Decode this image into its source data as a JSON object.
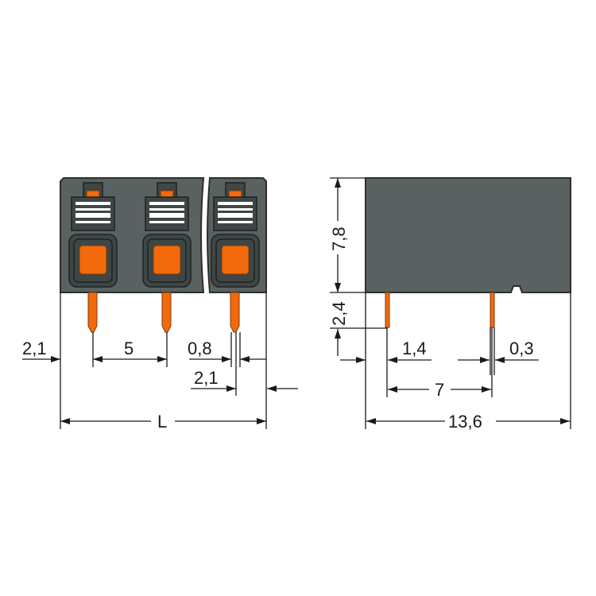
{
  "front_view": {
    "dimensions": {
      "offset_left": "2,1",
      "pitch": "5",
      "pin_width": "0,8",
      "offset_right": "2,1",
      "length": "L"
    }
  },
  "side_view": {
    "dimensions": {
      "height": "7,8",
      "pin_length": "2,4",
      "pin_offset": "1,4",
      "pin_thickness": "0,3",
      "pin_spacing": "7",
      "depth": "13,6"
    }
  },
  "colors": {
    "housing": "#596261",
    "actuator": "#f26a0c"
  }
}
